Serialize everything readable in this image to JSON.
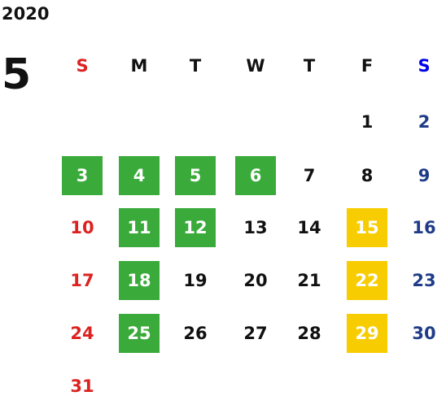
{
  "year": "2020",
  "month": "5",
  "weekdays": [
    "S",
    "M",
    "T",
    "W",
    "T",
    "F",
    "S"
  ],
  "colors": {
    "default_text": "#111111",
    "sunday_text": "#dd2222",
    "saturday_text": "#1f3c88",
    "holiday_bg": "#3aaa3a",
    "highlight_bg": "#f7cc00",
    "on_color_text": "#ffffff"
  },
  "weeks": [
    [
      null,
      null,
      null,
      null,
      null,
      {
        "d": "1"
      },
      {
        "d": "2"
      }
    ],
    [
      {
        "d": "3",
        "mark": "holiday"
      },
      {
        "d": "4",
        "mark": "holiday"
      },
      {
        "d": "5",
        "mark": "holiday"
      },
      {
        "d": "6",
        "mark": "holiday"
      },
      {
        "d": "7"
      },
      {
        "d": "8"
      },
      {
        "d": "9"
      }
    ],
    [
      {
        "d": "10"
      },
      {
        "d": "11",
        "mark": "holiday"
      },
      {
        "d": "12",
        "mark": "holiday"
      },
      {
        "d": "13"
      },
      {
        "d": "14"
      },
      {
        "d": "15",
        "mark": "highlight"
      },
      {
        "d": "16"
      }
    ],
    [
      {
        "d": "17"
      },
      {
        "d": "18",
        "mark": "holiday"
      },
      {
        "d": "19"
      },
      {
        "d": "20"
      },
      {
        "d": "21"
      },
      {
        "d": "22",
        "mark": "highlight"
      },
      {
        "d": "23"
      }
    ],
    [
      {
        "d": "24"
      },
      {
        "d": "25",
        "mark": "holiday"
      },
      {
        "d": "26"
      },
      {
        "d": "27"
      },
      {
        "d": "28"
      },
      {
        "d": "29",
        "mark": "highlight"
      },
      {
        "d": "30"
      }
    ],
    [
      {
        "d": "31"
      },
      null,
      null,
      null,
      null,
      null,
      null
    ]
  ]
}
